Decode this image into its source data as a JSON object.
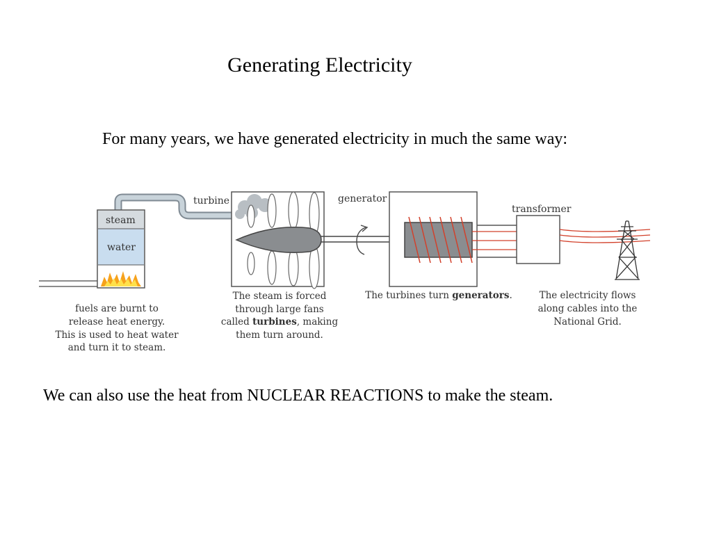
{
  "title": "Generating Electricity",
  "intro": "For many years, we have generated electricity in much the same way:",
  "outro": "We can also use the heat from NUCLEAR REACTIONS to make the steam.",
  "diagram": {
    "labels": {
      "steam": "steam",
      "water": "water",
      "turbine": "turbine",
      "generator": "generator",
      "transformer": "transformer"
    },
    "captions": {
      "fuel": [
        "fuels are burnt to",
        "release heat energy.",
        "This is used to heat water",
        "and turn it to steam."
      ],
      "turbine": {
        "line1": "The steam is forced",
        "line2": "through large fans",
        "line3_pre": "called ",
        "line3_bold": "turbines",
        "line3_post": ", making",
        "line4": "them turn around."
      },
      "generator": {
        "pre": "The turbines turn ",
        "bold": "generators",
        "post": "."
      },
      "grid": [
        "The electricity flows",
        "along cables into the",
        "National Grid."
      ]
    }
  }
}
